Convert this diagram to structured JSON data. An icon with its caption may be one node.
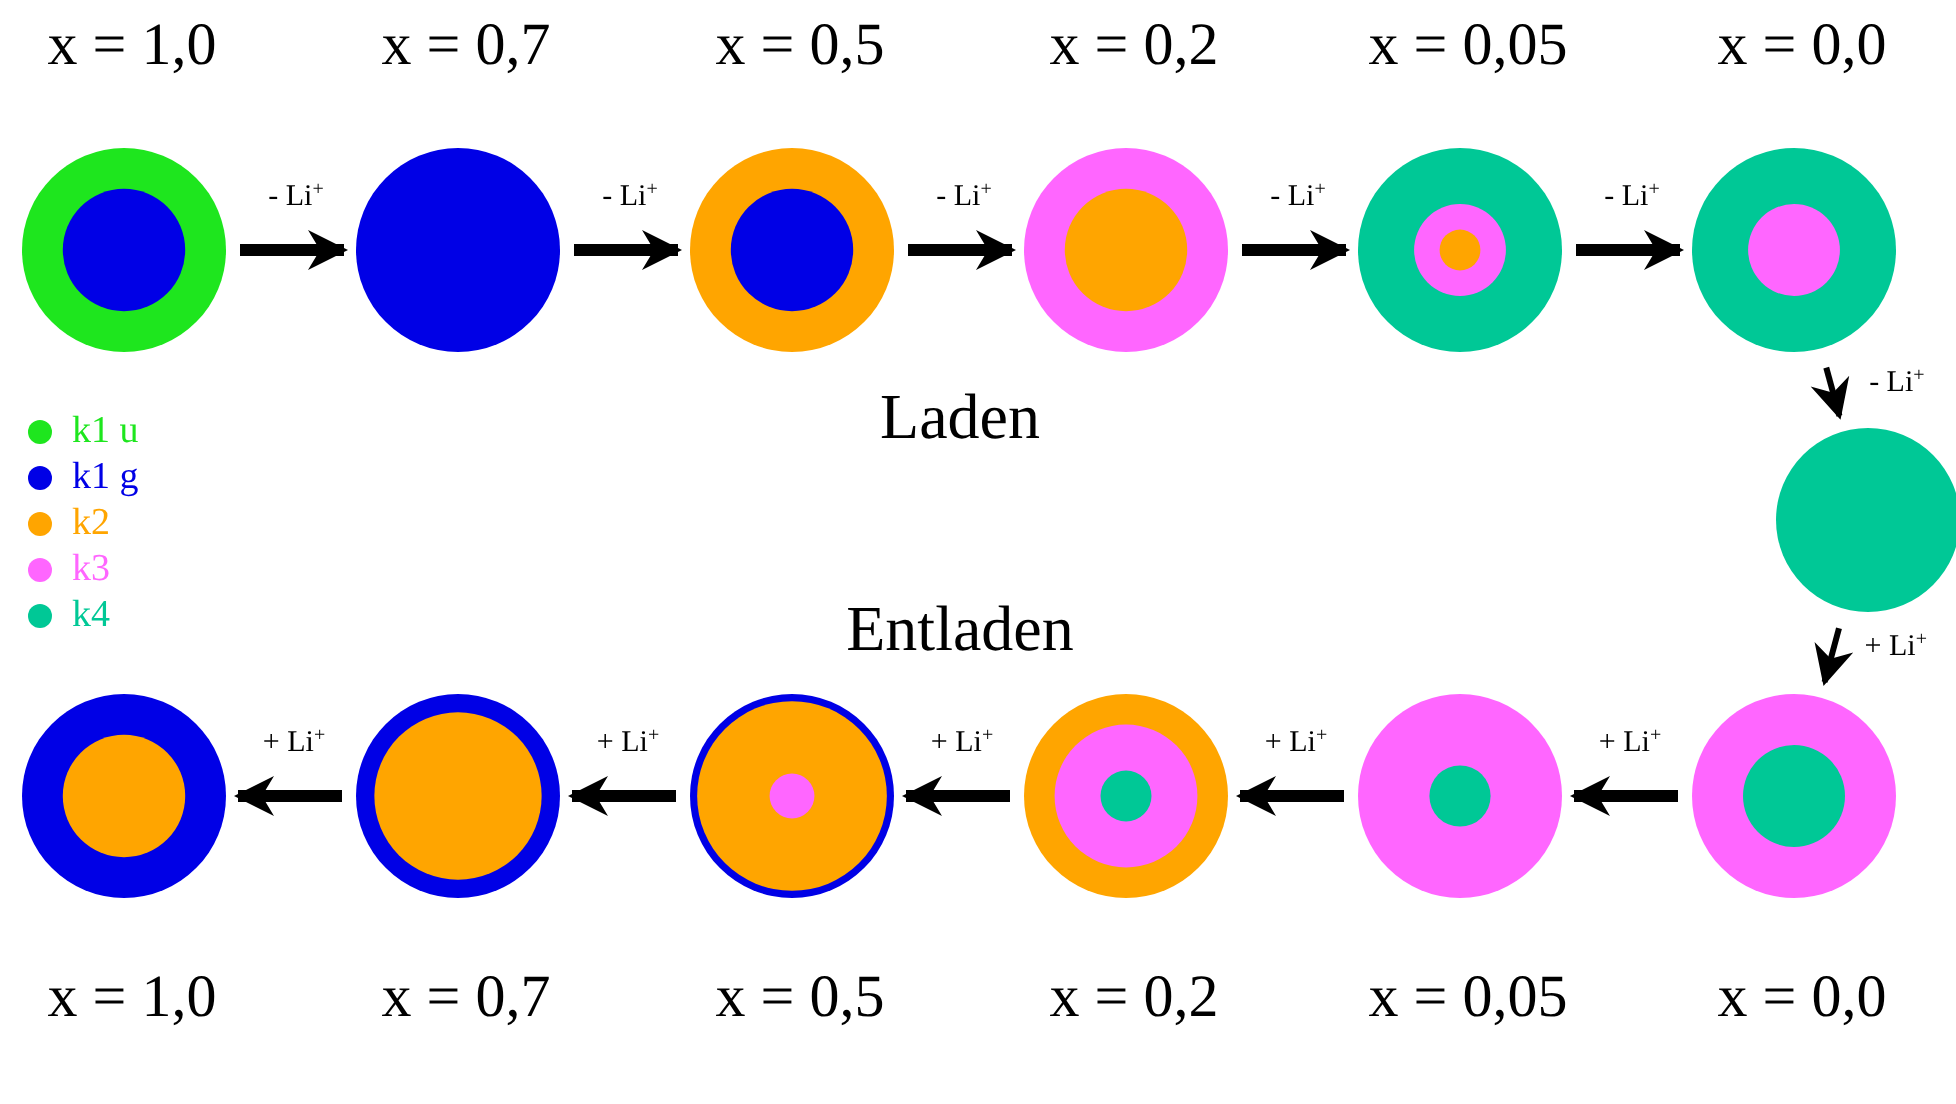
{
  "diagram": {
    "nodes": [
      {
        "text": [],
        "shape": "circle"
      },
      {
        "text": [],
        "shape": "circle"
      },
      {
        "text": [],
        "shape": "circle"
      },
      {
        "text": [],
        "shape": "circle"
      },
      {
        "text": [],
        "shape": "circle"
      },
      {
        "text": [],
        "shape": "circle"
      },
      {
        "text": [],
        "shape": "circle"
      },
      {
        "text": [],
        "shape": "circle"
      },
      {
        "text": [],
        "shape": "circle"
      },
      {
        "text": [],
        "shape": "circle"
      },
      {
        "text": [],
        "shape": "circle"
      },
      {
        "text": [],
        "shape": "circle"
      },
      {
        "text": [],
        "shape": "circle"
      }
    ],
    "edges": [
      {
        "from": 0,
        "to": 1,
        "arrow": "to",
        "label": "- Li$^{+}$"
      },
      {
        "from": 1,
        "to": 2,
        "arrow": "to",
        "label": "- Li$^{+}$"
      },
      {
        "from": 2,
        "to": 3,
        "arrow": "to",
        "label": "- Li$^{+}$"
      },
      {
        "from": 3,
        "to": 4,
        "arrow": "to",
        "label": "- Li$^{+}$"
      },
      {
        "from": 4,
        "to": 5,
        "arrow": "to",
        "label": "- Li$^{+}$"
      },
      {
        "from": 5,
        "to": 6,
        "arrow": "to",
        "label": "- Li$^{+}$"
      },
      {
        "from": 6,
        "to": 12,
        "arrow": "to",
        "label": "+ Li$^{+}$"
      },
      {
        "from": 12,
        "to": 11,
        "arrow": "to",
        "label": "+ Li$^{+}$"
      },
      {
        "from": 11,
        "to": 10,
        "arrow": "to",
        "label": "+ Li$^{+}$"
      },
      {
        "from": 10,
        "to": 9,
        "arrow": "to",
        "label": "+ Li$^{+}$"
      },
      {
        "from": 9,
        "to": 8,
        "arrow": "to",
        "label": "+ Li$^{+}$"
      },
      {
        "from": 8,
        "to": 7,
        "arrow": "to",
        "label": "+ Li$^{+}$"
      }
    ],
    "labels": [
      "x = 1,0",
      "x = 0,7",
      "x = 0,5",
      "x = 0,2",
      "x = 0,05",
      "x = 0,0",
      "Laden",
      "Entladen",
      "x = 1,0",
      "x = 0,7",
      "x = 0,5",
      "x = 0,2",
      "x = 0,05",
      "x = 0,0"
    ],
    "legend": [
      {
        "text": "k1 u",
        "color": "#1ee61e"
      },
      {
        "text": "k1 g",
        "color": "#0000e6"
      },
      {
        "text": "k2",
        "color": "#ffa500"
      },
      {
        "text": "k3",
        "color": "#ff66ff"
      },
      {
        "text": "k4",
        "color": "#00c896"
      }
    ]
  }
}
